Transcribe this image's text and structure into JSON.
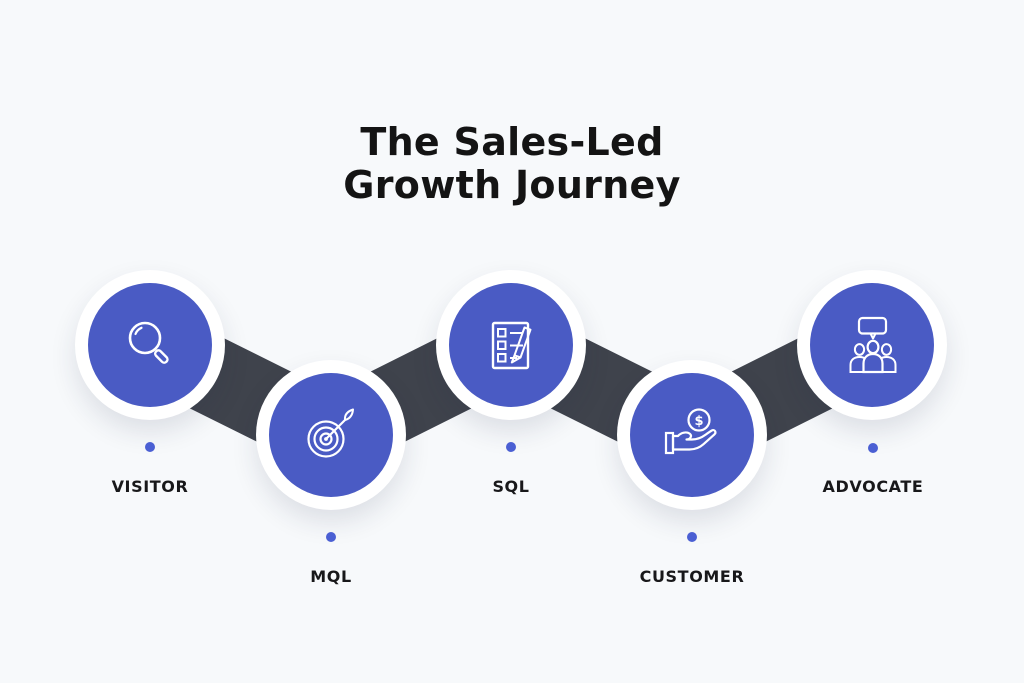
{
  "title": {
    "line1": "The Sales-Led",
    "line2": "Growth Journey"
  },
  "stages": [
    {
      "label": "VISITOR",
      "icon": "magnifier-icon",
      "row": "top"
    },
    {
      "label": "MQL",
      "icon": "target-icon",
      "row": "bottom"
    },
    {
      "label": "SQL",
      "icon": "checklist-icon",
      "row": "top"
    },
    {
      "label": "CUSTOMER",
      "icon": "hand-coin-icon",
      "row": "bottom"
    },
    {
      "label": "ADVOCATE",
      "icon": "people-speech-icon",
      "row": "top"
    }
  ],
  "icons": {
    "coin_symbol": "$"
  },
  "colors": {
    "background": "#f7f9fb",
    "circle_fill": "#4a5bc4",
    "circle_ring": "#ffffff",
    "connector": "#3f434c",
    "dot": "#4a5fd3",
    "title_text": "#141414",
    "label_text": "#18181a",
    "icon_stroke": "#ffffff"
  }
}
